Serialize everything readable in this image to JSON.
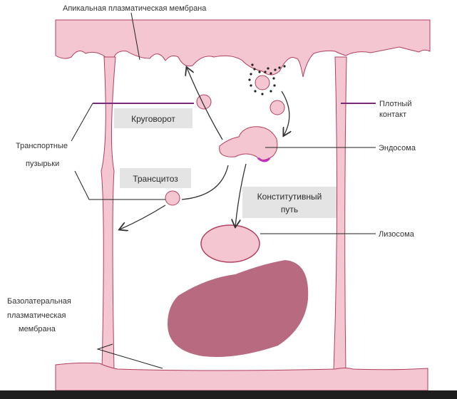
{
  "labels": {
    "apical": "Апикальная плазматическая мембрана",
    "tight_1": "Плотный",
    "tight_2": "контакт",
    "endosome": "Эндосома",
    "lysosome": "Лизосома",
    "transport_1": "Транспортные",
    "transport_2": "пузырьки",
    "basolateral_1": "Базолатеральная",
    "basolateral_2": "плазматическая",
    "basolateral_3": "мембрана"
  },
  "boxes": {
    "recycling": "Круговорот",
    "transcytosis": "Трансцитоз",
    "constitutive_1": "Конститутивный",
    "constitutive_2": "путь"
  },
  "colors": {
    "membrane_fill": "#f4c6d2",
    "membrane_stroke": "#b0405f",
    "nucleus": "#b86a80",
    "tight_junction": "#7a2a7a",
    "box": "#e4e4e4"
  }
}
